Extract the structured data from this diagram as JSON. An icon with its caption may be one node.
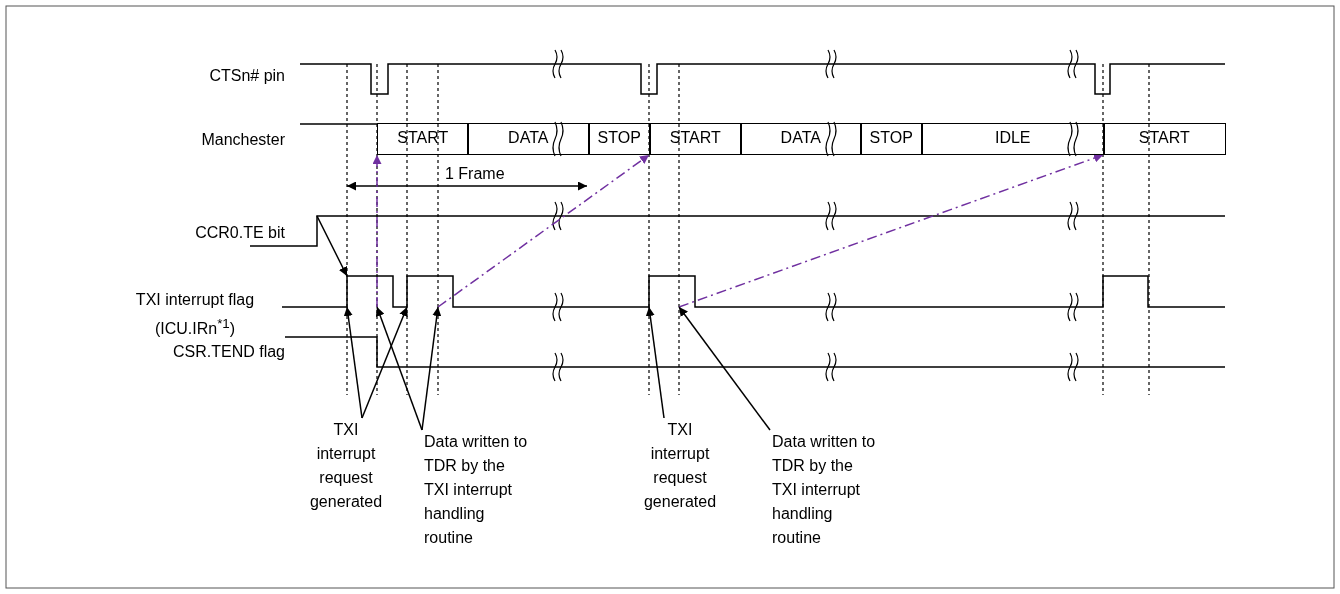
{
  "diagram": {
    "nodes": [
      {
        "text": [
          "START"
        ]
      },
      {
        "text": [
          "DATA"
        ]
      },
      {
        "text": [
          "STOP"
        ]
      },
      {
        "text": [
          "START"
        ]
      },
      {
        "text": [
          "DATA"
        ]
      },
      {
        "text": [
          "STOP"
        ]
      },
      {
        "text": [
          "IDLE"
        ]
      },
      {
        "text": [
          "START"
        ]
      },
      {
        "text": [],
        "shape": "line"
      },
      {
        "text": [],
        "shape": "line"
      },
      {
        "text": [],
        "shape": "line"
      },
      {
        "text": [],
        "shape": "line"
      },
      {
        "text": [],
        "shape": "line"
      },
      {
        "text": [],
        "shape": "line"
      },
      {
        "text": [],
        "shape": "line"
      },
      {
        "text": [],
        "shape": "line"
      },
      {
        "text": [
          "TXI interrupt request generated"
        ]
      },
      {
        "text": [
          "Data written to TDR by the TXI interrupt handling routine"
        ]
      },
      {
        "text": [
          "TXI interrupt request generated"
        ]
      },
      {
        "text": [
          "Data written to TDR by the TXI interrupt handling routine"
        ]
      }
    ],
    "edges": [
      {
        "from": 9,
        "to": 0,
        "arrow": "to",
        "style": "dashed",
        "color": "#7030a0"
      },
      {
        "from": 11,
        "to": 3,
        "arrow": "to",
        "style": "dashed",
        "color": "#7030a0"
      },
      {
        "from": 13,
        "to": 7,
        "arrow": "to",
        "style": "dashed",
        "color": "#7030a0"
      },
      {
        "from": null,
        "to": 8,
        "arrow": "to"
      },
      {
        "from": 16,
        "to": 8,
        "arrow": "to"
      },
      {
        "from": 16,
        "to": 10,
        "arrow": "to"
      },
      {
        "from": 17,
        "to": 9,
        "arrow": "to"
      },
      {
        "from": 17,
        "to": 11,
        "arrow": "to"
      },
      {
        "from": 18,
        "to": 12,
        "arrow": "to"
      },
      {
        "from": 19,
        "to": 13,
        "arrow": "to"
      }
    ],
    "labels": [
      "CTSn# pin",
      "Manchester",
      "1 Frame",
      "CCR0.TE bit",
      "TXI interrupt flag (ICU.IRn$^{*1}$)",
      "CSR.TEND flag"
    ]
  }
}
